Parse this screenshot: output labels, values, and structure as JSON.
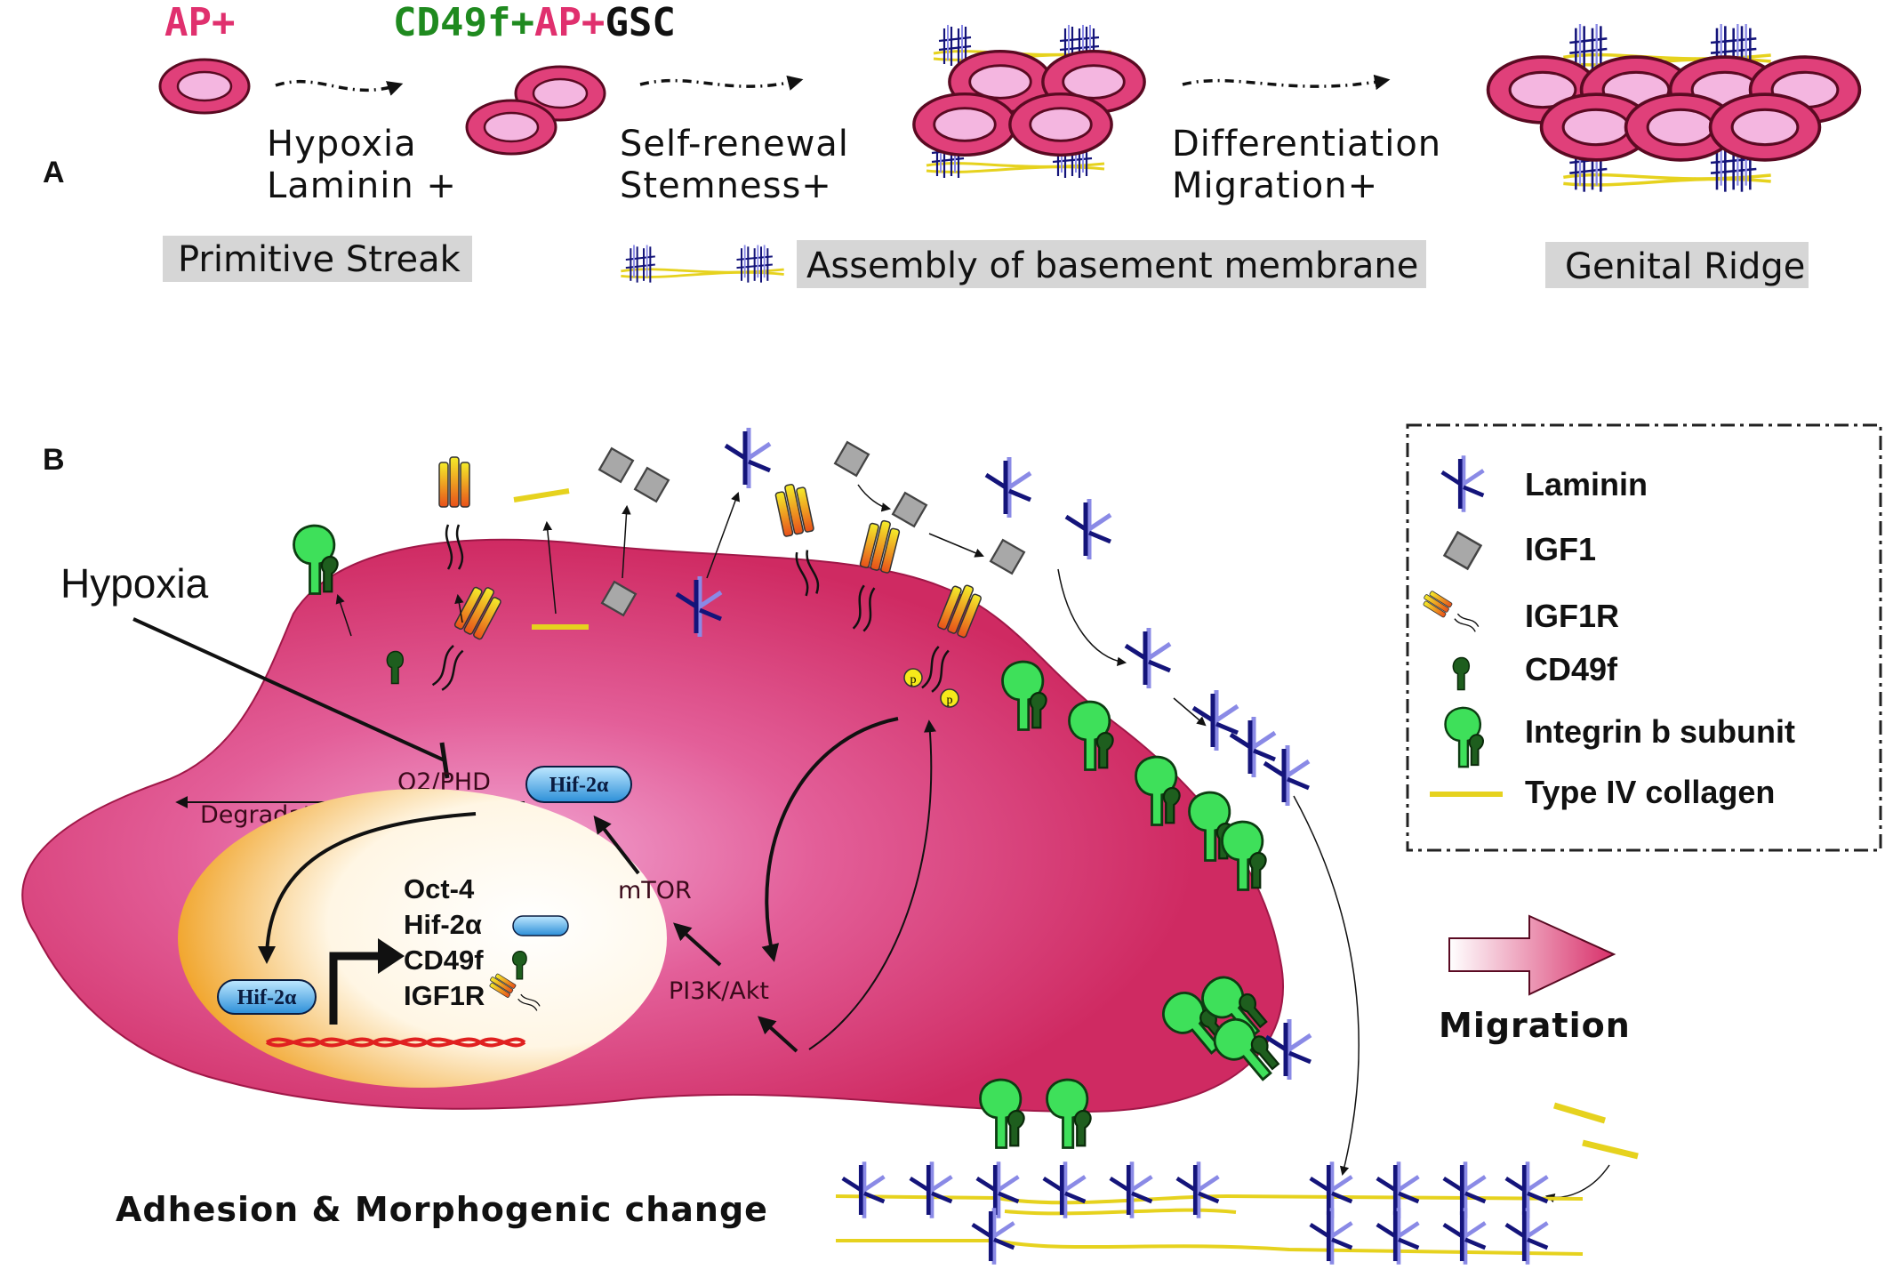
{
  "panel_a": {
    "label": "A",
    "markers": {
      "ap": "AP+",
      "cd49f": "CD49f+",
      "ap2": "AP+",
      "gsc": "GSC"
    },
    "steps": [
      {
        "line1": "Hypoxia",
        "line2": "Laminin +"
      },
      {
        "line1": "Self-renewal",
        "line2": "Stemness+"
      },
      {
        "line1": "Differentiation",
        "line2": "Migration+"
      }
    ],
    "stages": {
      "primitive": "Primitive Streak",
      "basement": "Assembly of basement membrane",
      "genital": "Genital Ridge"
    }
  },
  "panel_b": {
    "label": "B",
    "hypoxia": "Hypoxia",
    "o2phd": "O2/PHD",
    "degradation": "Degradation",
    "hif": "Hif-2α",
    "mtor": "mTOR",
    "pi3k": "PI3K/Akt",
    "p": "p",
    "nucleus_genes": [
      "Oct-4",
      "Hif-2α",
      "CD49f",
      "IGF1R"
    ],
    "migration": "Migration",
    "adhesion": "Adhesion & Morphogenic change"
  },
  "legend": {
    "items": [
      {
        "label": "Laminin",
        "icon": "laminin-icon"
      },
      {
        "label": "IGF1",
        "icon": "igf1-diamond-icon"
      },
      {
        "label": "IGF1R",
        "icon": "igf1r-receptor-icon"
      },
      {
        "label": "CD49f",
        "icon": "cd49f-icon"
      },
      {
        "label": "Integrin b subunit",
        "icon": "integrin-icon"
      },
      {
        "label": "Type IV collagen",
        "icon": "collagen-bar-icon"
      }
    ]
  },
  "colors": {
    "ap_text": "#e0306e",
    "cd49f_text": "#1f8a1f",
    "cell_body": "#d03066",
    "germ_cell_outer": "#e0407a",
    "germ_cell_inner": "#f4b6e0",
    "laminin_dark": "#14147a",
    "laminin_light": "#8a8ae6",
    "collagen": "#e6d21e",
    "integrin": "#3ee05a",
    "cd49f": "#1e5e1e",
    "igf1": "#a8a8a8",
    "hif": "#48b0ec"
  }
}
